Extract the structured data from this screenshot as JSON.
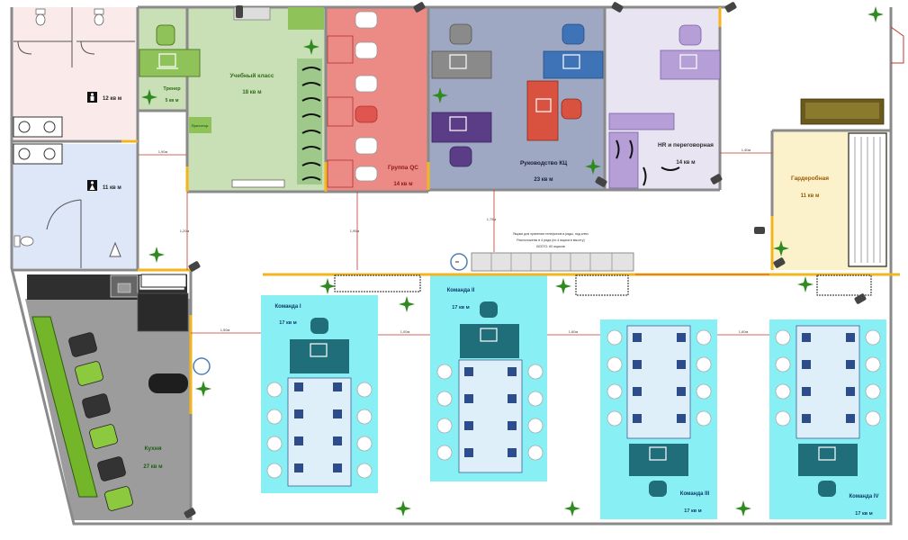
{
  "rooms": {
    "wc_top": {
      "area": "12 кв м"
    },
    "wc_bottom": {
      "area": "11 кв м"
    },
    "trainer": {
      "name": "Тренер",
      "area": "5 кв м"
    },
    "classroom": {
      "name": "Учебный класс",
      "area": "18 кв м"
    },
    "projector_label": "Проектор",
    "qc": {
      "name": "Группа QC",
      "area": "14 кв м"
    },
    "kc": {
      "name": "Руководство КЦ",
      "area": "23 кв м"
    },
    "hr": {
      "name": "HR и переговорная",
      "area": "14 кв м"
    },
    "wardrobe": {
      "name": "Гардеробная",
      "area": "11 кв м"
    },
    "kitchen": {
      "name": "Кухня",
      "area": "27 кв м"
    },
    "team1": {
      "name": "Команда I",
      "area": "17 кв м"
    },
    "team2": {
      "name": "Команда II",
      "area": "17 кв м"
    },
    "team3": {
      "name": "Команда III",
      "area": "17 кв м"
    },
    "team4": {
      "name": "Команда IV",
      "area": "17 кв м"
    }
  },
  "phone_storage_note": [
    "Ящики для хранения телефонов в ряды, под ключ",
    "Расположены в 4 ряда (по 4 ящика в высоту)",
    "ВСЕГО: 60 ящиков"
  ],
  "dimensions": [
    "1,90м",
    "1,20м",
    "1,50м",
    "1,95м",
    "1,00м",
    "1,75м",
    "1,80м",
    "1,60м",
    "1,40м"
  ],
  "colors": {
    "wall": "#8a8a8a",
    "door": "#f2b51d",
    "wc": "#fbeaea",
    "wc2": "#dde7f7",
    "classroom": "#c9dfb6",
    "qc": "#ec8a86",
    "kc": "#9ea8c3",
    "hr": "#e9e4f2",
    "wardrobe": "#fbf2cc",
    "kitchen": "#9c9c9c",
    "team": "#88f0f4",
    "desk_dark": "#1f6e7a",
    "chair_purple": "#8c6fb8",
    "chair_olive": "#9bc23c",
    "dim_red": "#c0392b"
  }
}
